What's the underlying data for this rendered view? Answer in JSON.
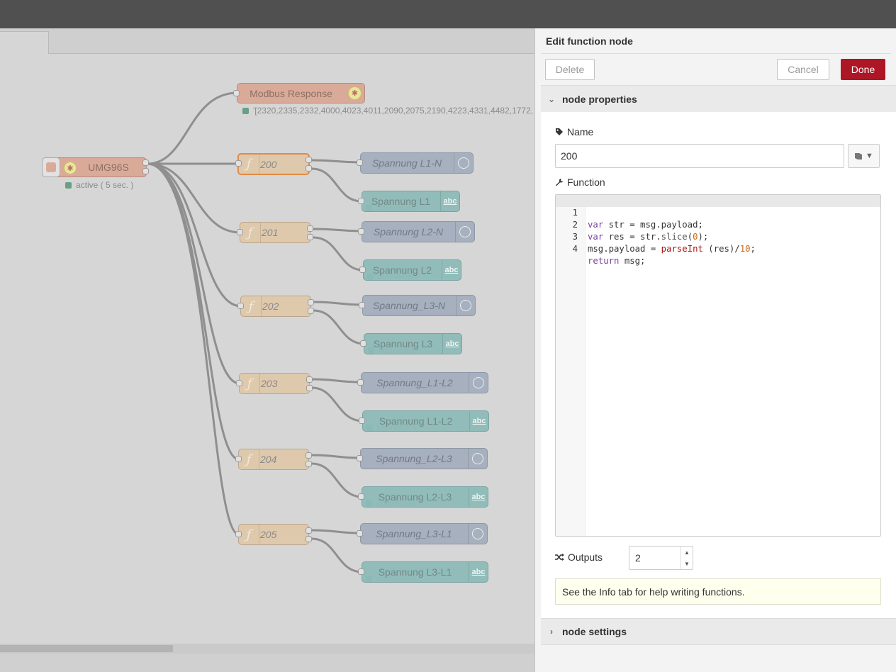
{
  "editor": {
    "title": "Edit function node",
    "delete_label": "Delete",
    "cancel_label": "Cancel",
    "done_label": "Done",
    "properties_header": "node properties",
    "settings_header": "node settings",
    "name_label": "Name",
    "name_value": "200",
    "function_label": "Function",
    "code_lines": [
      "var str = msg.payload;",
      "var res = str.slice(0);",
      "msg.payload = parseInt (res)/10;",
      "return msg;"
    ],
    "line_numbers": [
      "1",
      "2",
      "3",
      "4"
    ],
    "outputs_label": "Outputs",
    "outputs_value": "2",
    "tip_text": "See the Info tab for help writing functions."
  },
  "flow": {
    "inject_node": {
      "label": "UMG96S",
      "status": "active ( 5 sec. )"
    },
    "response_node": {
      "label": "Modbus Response",
      "status": "'[2320,2335,2332,4000,4023,4011,2090,2075,2190,4223,4331,4482,1772,"
    },
    "function_nodes": [
      "200",
      "201",
      "202",
      "203",
      "204",
      "205"
    ],
    "gauge_nodes": [
      "Spannung L1-N",
      "Spannung L2-N",
      "Spannung_L3-N",
      "Spannung_L1-L2",
      "Spannung_L2-L3",
      "Spannung_L3-L1"
    ],
    "text_nodes": [
      "Spannung L1",
      "Spannung L2",
      "Spannung L3",
      "Spannung L1-L2",
      "Spannung L2-L3",
      "Spannung L3-L1"
    ],
    "connected_status": "connected",
    "text_icon": "abc"
  },
  "icons": {
    "tag": "tag-icon",
    "wrench": "wrench-icon",
    "shuffle": "shuffle-icon",
    "book": "book-icon"
  },
  "colors": {
    "done_button": "#ad1625",
    "function_node": "#e0c9ab",
    "selected_border": "#e2873d",
    "gauge_node": "#a4afbd",
    "text_node": "#8ebbb8",
    "inject_node": "#dba896",
    "status_dot": "#6a9f83"
  }
}
